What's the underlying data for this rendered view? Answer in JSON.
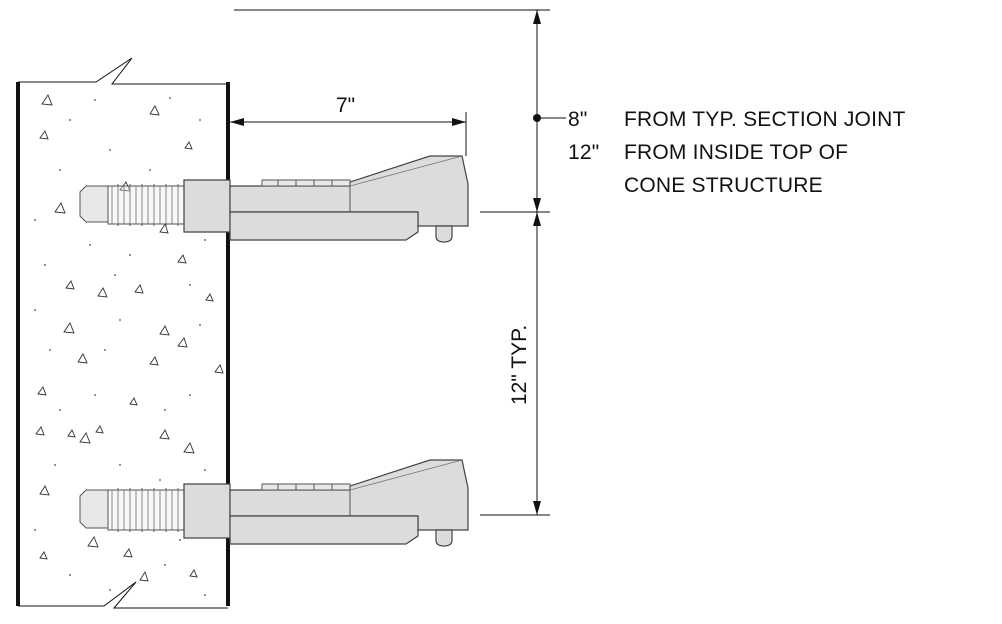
{
  "dimensions": {
    "horizontal": "7\"",
    "vertical": "12\" TYP."
  },
  "notes": [
    {
      "value": "8\"",
      "text": "FROM TYP. SECTION JOINT"
    },
    {
      "value": "12\"",
      "text": "FROM INSIDE TOP OF"
    },
    {
      "value": "",
      "text": "CONE STRUCTURE"
    }
  ],
  "colors": {
    "line": "#111111",
    "part": "#dcdcdc"
  }
}
